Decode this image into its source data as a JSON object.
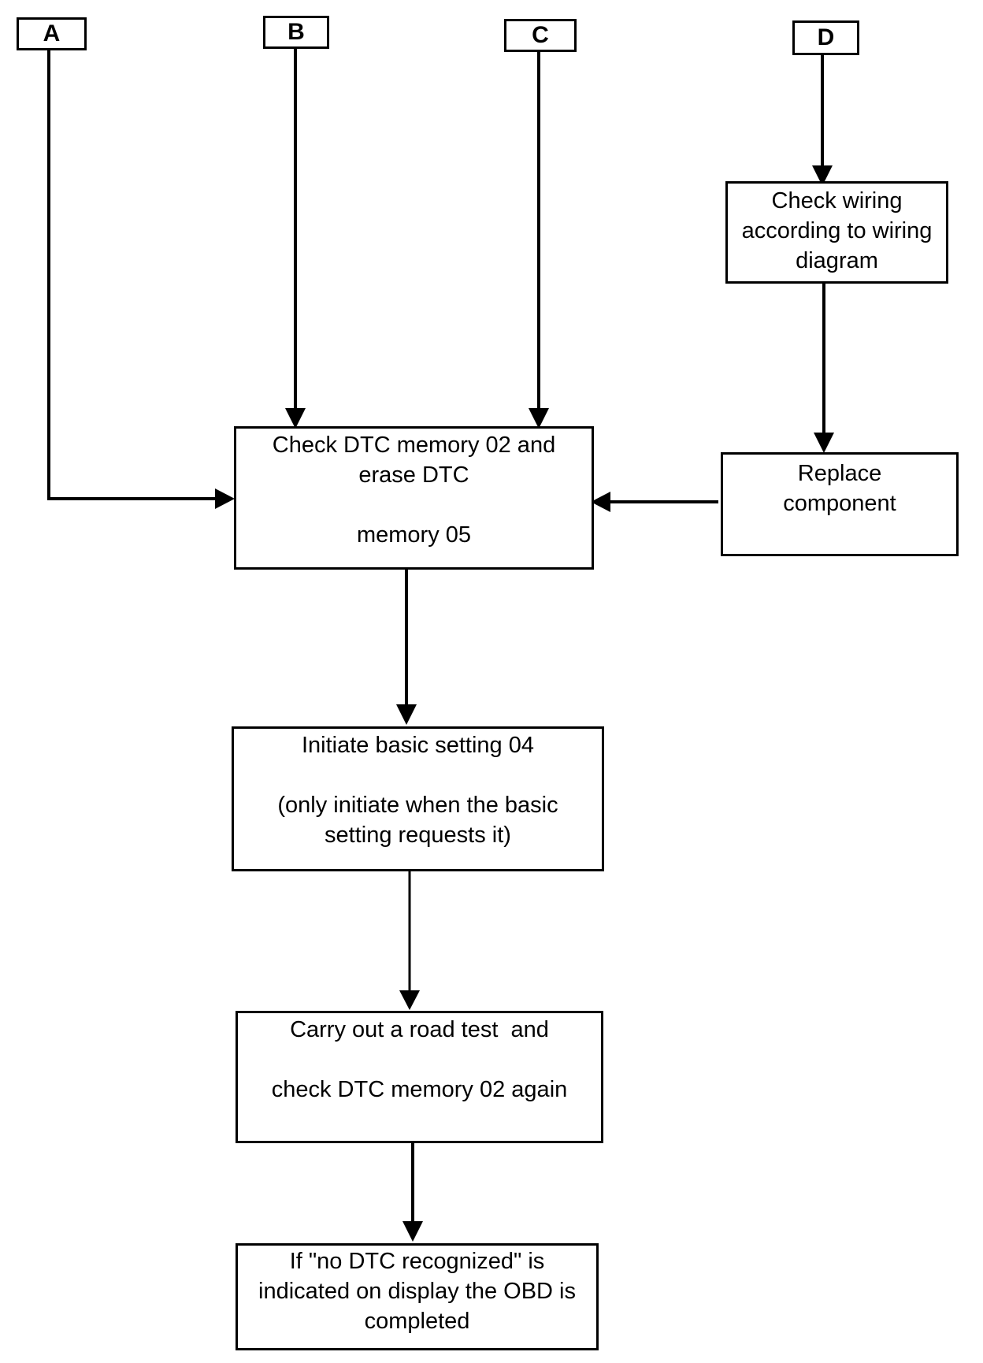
{
  "labels": {
    "a": "A",
    "b": "B",
    "c": "C",
    "d": "D"
  },
  "boxes": {
    "check_wiring": [
      "Check wiring",
      "according to wiring",
      "diagram"
    ],
    "replace_component": [
      "Replace",
      "component"
    ],
    "check_dtc": [
      "Check DTC memory 02 and",
      "erase DTC",
      "",
      "memory 05"
    ],
    "initiate_basic": [
      "Initiate basic setting 04",
      "",
      "(only initiate when the basic",
      "setting requests it)"
    ],
    "road_test": [
      "Carry out a road test  and",
      "",
      "check DTC memory 02 again"
    ],
    "obd_completed": [
      "If \"no DTC recognized\" is",
      "indicated on display the OBD is",
      "completed"
    ]
  }
}
